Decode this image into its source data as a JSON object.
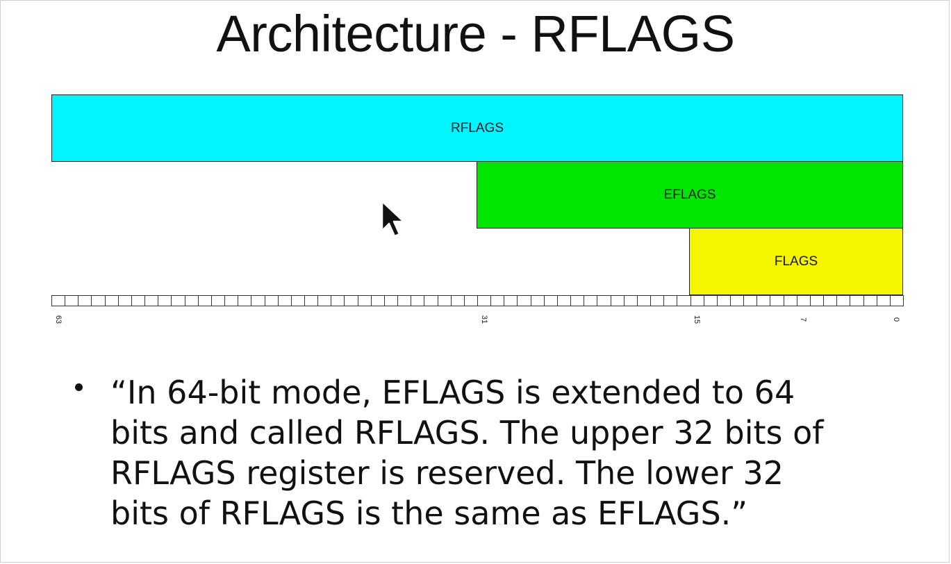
{
  "title": "Architecture - RFLAGS",
  "diagram": {
    "registers": [
      {
        "label": "RFLAGS",
        "high_bit": 63,
        "low_bit": 0,
        "color": "#00f5ff"
      },
      {
        "label": "EFLAGS",
        "high_bit": 31,
        "low_bit": 0,
        "color": "#00e600"
      },
      {
        "label": "FLAGS",
        "high_bit": 15,
        "low_bit": 0,
        "color": "#f5f500"
      }
    ],
    "bit_count": 64,
    "bit_labels": [
      "63",
      "31",
      "15",
      "7",
      "0"
    ]
  },
  "bullet": {
    "lines": [
      "“In 64-bit mode, EFLAGS is extended to 64",
      "bits and called RFLAGS. The upper 32 bits of",
      "RFLAGS register is reserved. The lower 32",
      "bits of RFLAGS is the same as EFLAGS.”"
    ]
  }
}
